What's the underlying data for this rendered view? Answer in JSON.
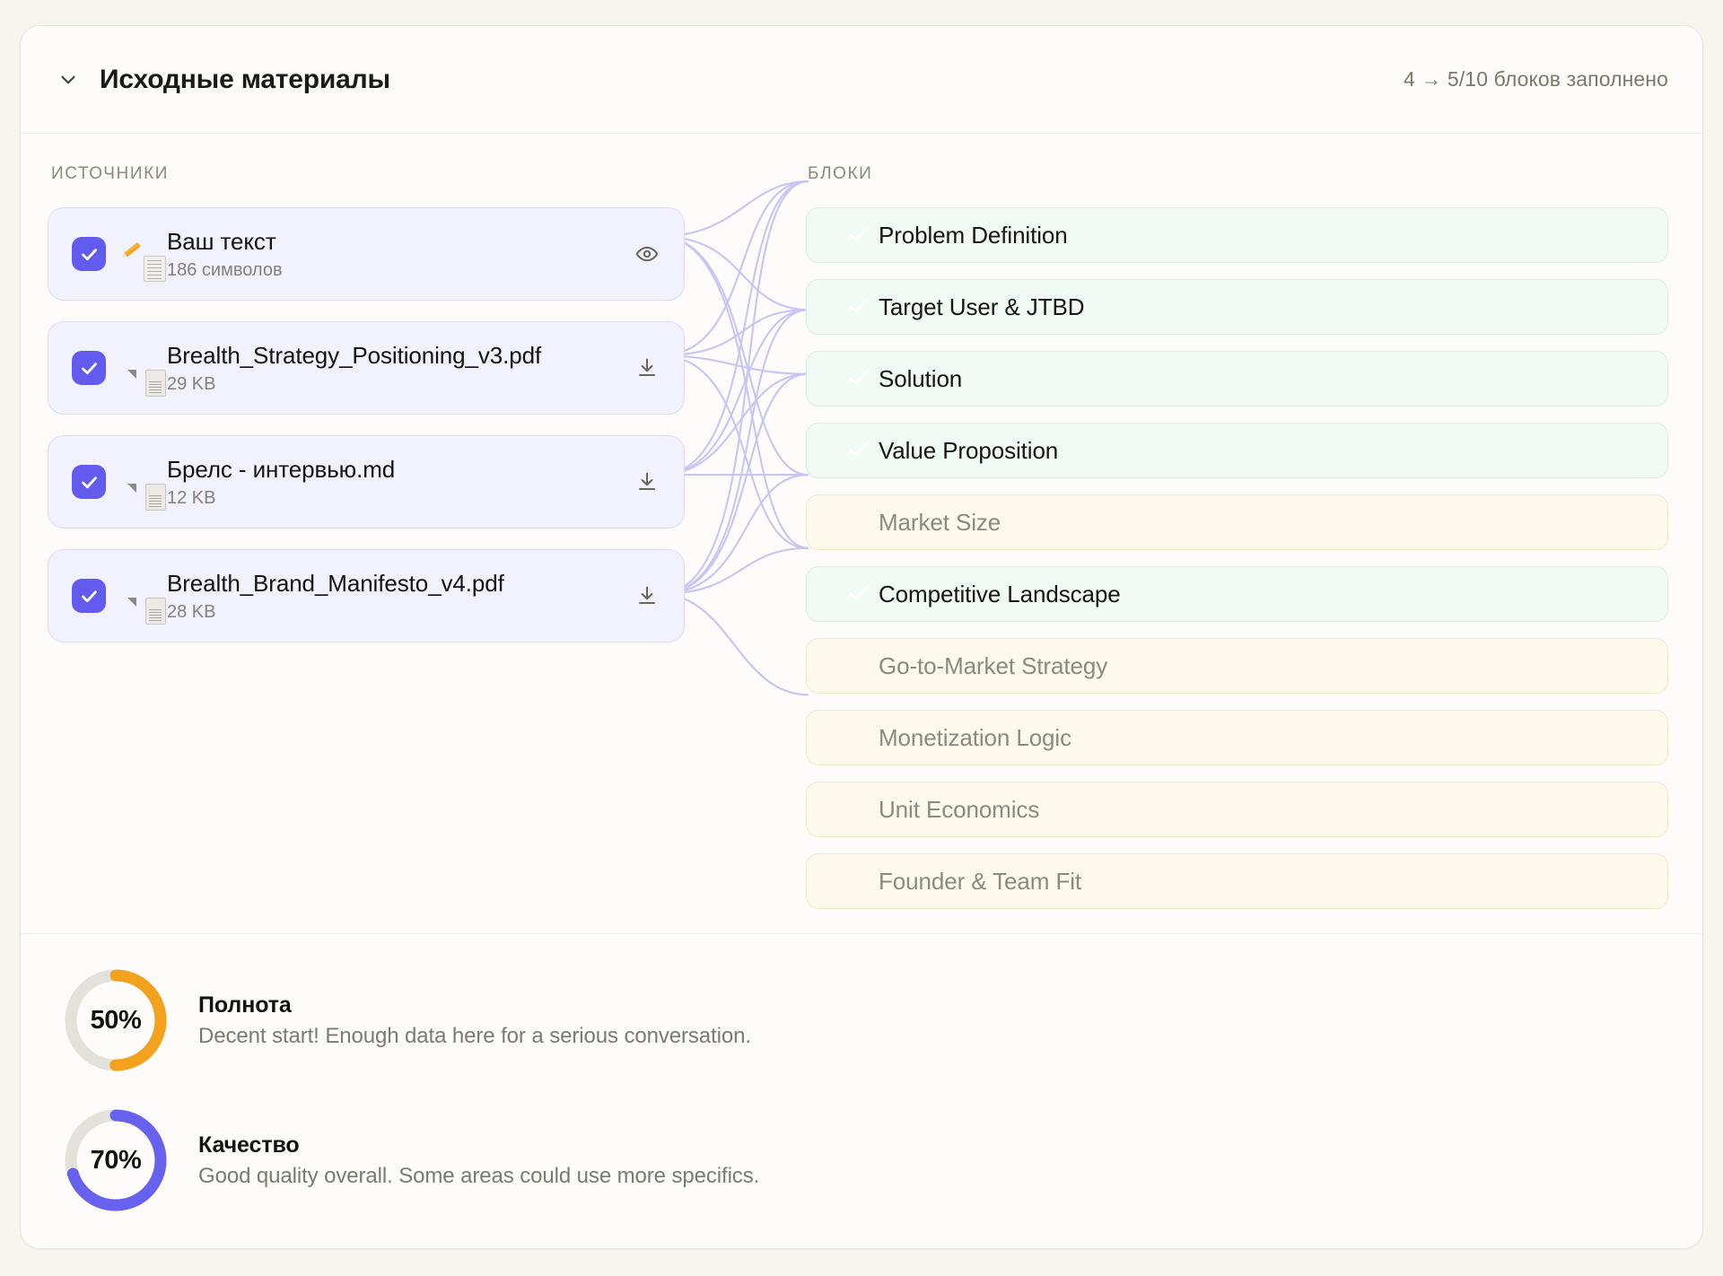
{
  "header": {
    "title": "Исходные материалы",
    "status": "4 → 5/10 блоков заполнено",
    "chevron_icon": "chevron-down-icon"
  },
  "sources": {
    "label": "ИСТОЧНИКИ",
    "items": [
      {
        "name": "Ваш текст",
        "meta": "186 символов",
        "emoji": "memo-emoji",
        "checked": true,
        "action": "eye-icon"
      },
      {
        "name": "Brealth_Strategy_Positioning_v3.pdf",
        "meta": "29 KB",
        "emoji": "file-emoji",
        "checked": true,
        "action": "download-icon"
      },
      {
        "name": "Брелс - интервью.md",
        "meta": "12 KB",
        "emoji": "file-emoji",
        "checked": true,
        "action": "download-icon"
      },
      {
        "name": "Brealth_Brand_Manifesto_v4.pdf",
        "meta": "28 KB",
        "emoji": "file-emoji",
        "checked": true,
        "action": "download-icon"
      }
    ]
  },
  "blocks": {
    "label": "БЛОКИ",
    "items": [
      {
        "label": "Problem Definition",
        "state": "filled",
        "icon": "check-mark-emoji"
      },
      {
        "label": "Target User & JTBD",
        "state": "filled",
        "icon": "check-mark-emoji"
      },
      {
        "label": "Solution",
        "state": "filled",
        "icon": "check-mark-emoji"
      },
      {
        "label": "Value Proposition",
        "state": "filled",
        "icon": "check-mark-emoji"
      },
      {
        "label": "Market Size",
        "state": "empty",
        "icon": "white-circle-emoji"
      },
      {
        "label": "Competitive Landscape",
        "state": "filled",
        "icon": "check-mark-emoji"
      },
      {
        "label": "Go-to-Market Strategy",
        "state": "empty",
        "icon": "white-circle-emoji"
      },
      {
        "label": "Monetization Logic",
        "state": "empty",
        "icon": "white-circle-emoji"
      },
      {
        "label": "Unit Economics",
        "state": "empty",
        "icon": "white-circle-emoji"
      },
      {
        "label": "Founder & Team Fit",
        "state": "empty",
        "icon": "white-circle-emoji"
      }
    ]
  },
  "metrics": [
    {
      "value": "50%",
      "percent": 50,
      "title": "Полнота",
      "desc": "Decent start! Enough data here for a serious conversation.",
      "color": "#f2a21c"
    },
    {
      "value": "70%",
      "percent": 70,
      "title": "Качество",
      "desc": "Good quality overall. Some areas could use more specifics.",
      "color": "#6661ee"
    }
  ],
  "colors": {
    "page_bg": "#f7f5f0",
    "panel_bg": "#fdfcfa",
    "accent_purple": "#635bf0",
    "filled_block_bg": "#f2faf5",
    "empty_block_bg": "#fdf9ec",
    "source_card_bg": "#f2f1fe",
    "edge_line": "#a9a3f0",
    "donut_track": "#e3e1dc"
  }
}
